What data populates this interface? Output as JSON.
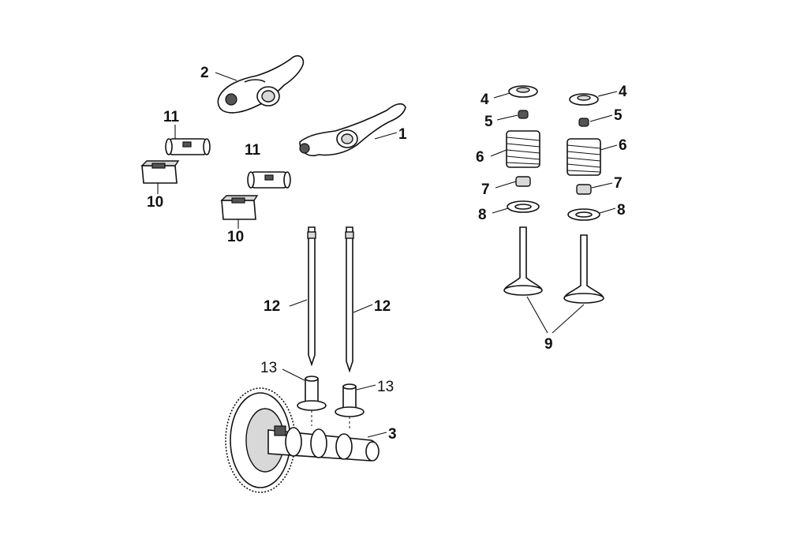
{
  "labels": {
    "rocker_arm_1": "1",
    "rocker_arm_2": "2",
    "camshaft": "3",
    "retainer_left": "4",
    "retainer_right": "4",
    "cotter_left": "5",
    "cotter_right": "5",
    "spring_left": "6",
    "spring_right": "6",
    "seal_left": "7",
    "seal_right": "7",
    "washer_left": "8",
    "washer_right": "8",
    "valves": "9",
    "bracket_left": "10",
    "bracket_mid": "10",
    "shaft_left": "11",
    "shaft_mid": "11",
    "pushrod_left": "12",
    "pushrod_right": "12",
    "tappet_left": "13",
    "tappet_right": "13"
  },
  "colors": {
    "line": "#111111",
    "fill": "#ffffff",
    "shade": "#d8d8d8"
  }
}
